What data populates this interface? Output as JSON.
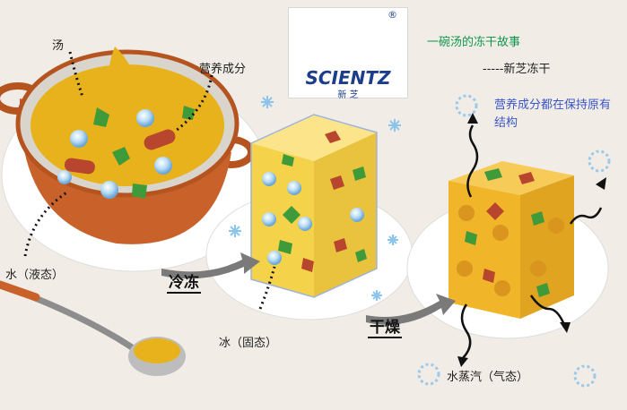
{
  "header": {
    "title": "一碗汤的冻干故事",
    "subtitle": "-----新芝冻干"
  },
  "logo": {
    "brand": "SCIENTZ",
    "brand_cn": "新 芝",
    "registered_mark": "®"
  },
  "labels": {
    "soup": "汤",
    "nutrients": "营养成分",
    "water_liquid": "水（液态）",
    "ice_solid": "冰（固态）",
    "vapor_gas": "水蒸汽（气态）",
    "nutrients_note": "营养成分都在保持原有结构"
  },
  "steps": {
    "freeze": "冷冻",
    "dry": "干燥"
  },
  "colors": {
    "background": "#f1ede6",
    "soup": "#e8b21c",
    "pot": "#c9622a",
    "ice_block": "#f4d24a",
    "dry_block": "#f1b52a",
    "green_piece": "#3f9a3a",
    "sausage": "#b8462e",
    "logo_teal": "#2aa39a",
    "logo_blue": "#1b3d8c",
    "title_green": "#11964f",
    "note_blue": "#3a55c8"
  }
}
